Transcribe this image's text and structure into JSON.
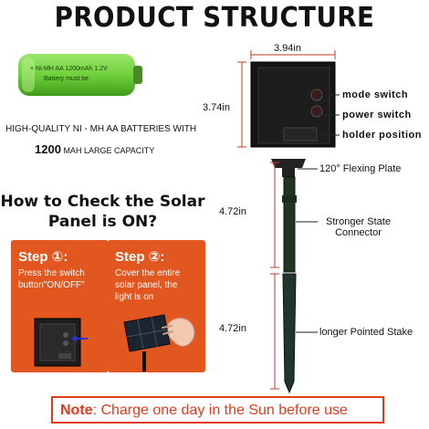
{
  "title": "PRODUCT STRUCTURE",
  "battery": {
    "print_line1": "+ Ni-MH  AA 1200mAh 1.2V",
    "print_line2": "Battery must be",
    "caption_line1": "HIGH-QUALITY NI - MH AA BATTERIES WITH",
    "caption_number": "1200",
    "caption_line2_rest": "MAH LARGE CAPACITY",
    "color": "#7ed957"
  },
  "check": {
    "heading_line1": "How to Check the Solar",
    "heading_line2": "Panel is ON?"
  },
  "steps": [
    {
      "title": "Step ①:",
      "lines": [
        "Press the switch",
        "button\"ON/OFF\""
      ]
    },
    {
      "title": "Step ②:",
      "lines": [
        "Cover the entire",
        "solar panel, the",
        "light is on"
      ]
    }
  ],
  "dimensions": {
    "width": "3.94in",
    "panel_height": "3.74in",
    "connector_length": "4.72in",
    "stake_length": "4.72in"
  },
  "parts": {
    "mode_switch": "mode switch",
    "power_switch": "power switch",
    "holder_position": "holder position",
    "flexing_plate": "120°  Flexing Plate",
    "connector_line1": "Stronger State",
    "connector_line2": "Connector",
    "stake": "longer Pointed Stake"
  },
  "note": {
    "label": "Note",
    "text": ": Charge one day in the Sun before use"
  },
  "colors": {
    "accent": "#e23b1b",
    "step_bg": "#e2561f",
    "dim_line": "#c0392b"
  }
}
